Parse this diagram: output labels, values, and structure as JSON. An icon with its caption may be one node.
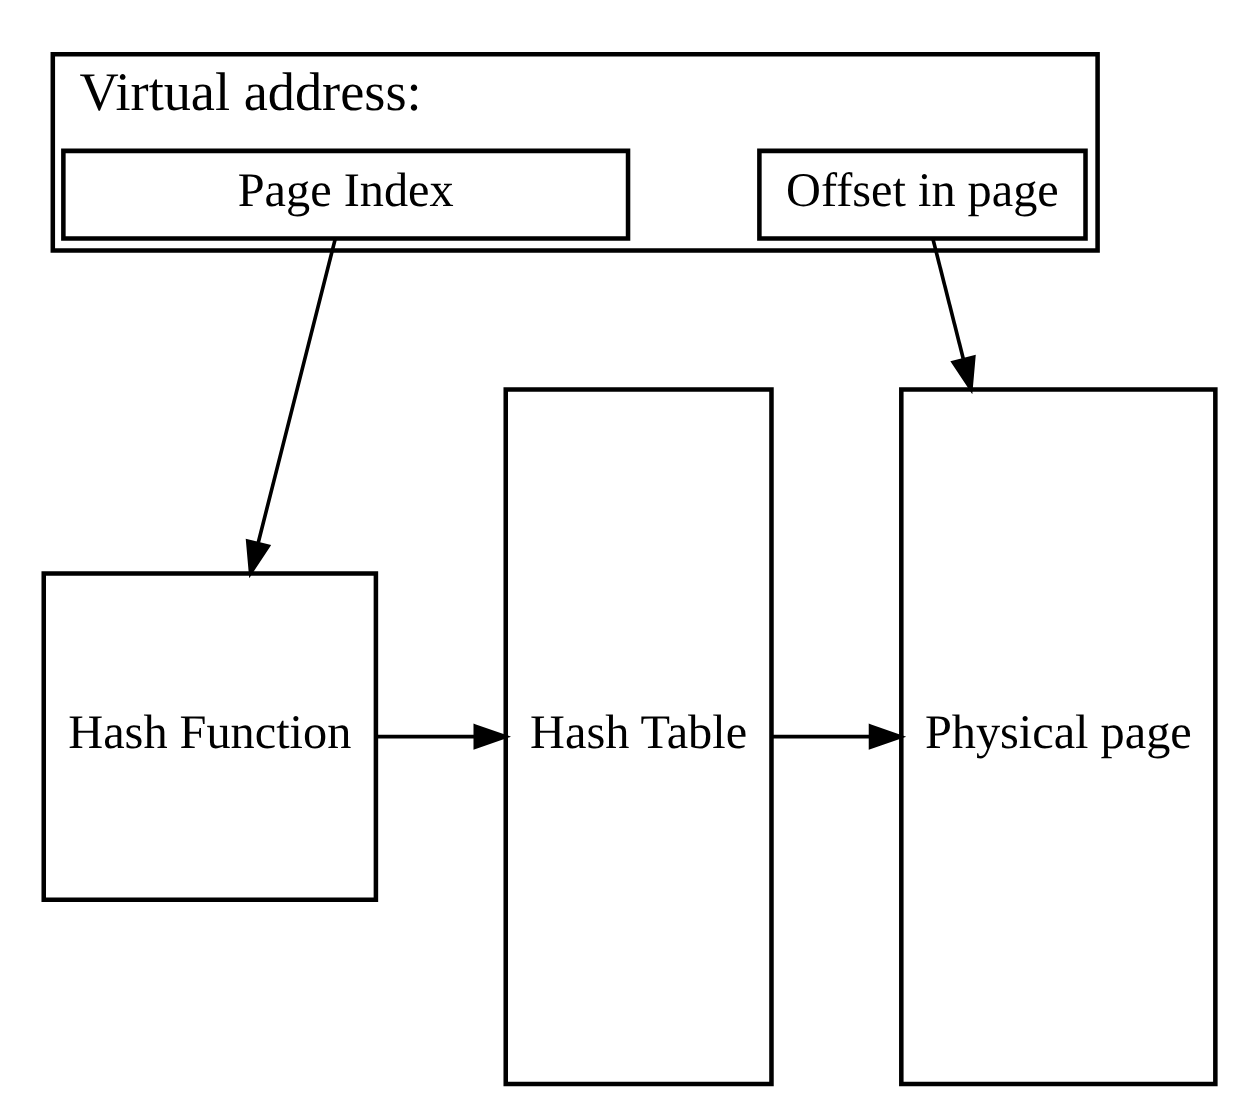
{
  "diagram": {
    "nodes": [
      {
        "text": [
          "Virtual address:"
        ]
      },
      {
        "text": [
          "Page Index"
        ],
        "in": 0
      },
      {
        "text": [
          "Offset in page"
        ],
        "in": 0
      },
      {
        "text": [
          "Hash Function"
        ]
      },
      {
        "text": [
          "Hash Table"
        ]
      },
      {
        "text": [
          "Physical page"
        ]
      }
    ],
    "edges": [
      {
        "from": 1,
        "to": 3,
        "arrow": "to"
      },
      {
        "from": 3,
        "to": 4,
        "arrow": "to"
      },
      {
        "from": 2,
        "to": 5,
        "arrow": "to"
      },
      {
        "from": 4,
        "to": 5,
        "arrow": "to"
      }
    ]
  }
}
